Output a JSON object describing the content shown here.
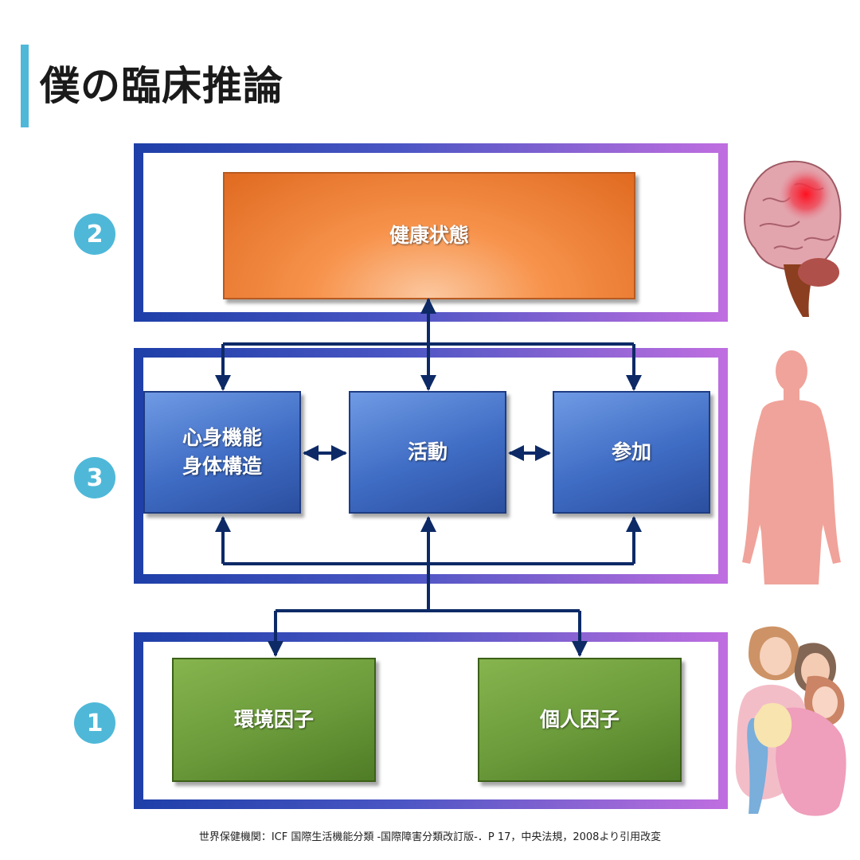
{
  "title": "僕の臨床推論",
  "numbers": {
    "two": "2",
    "three": "3",
    "one": "1"
  },
  "boxes": {
    "health": "健康状態",
    "body_function_line1": "心身機能",
    "body_function_line2": "身体構造",
    "activity": "活動",
    "participation": "参加",
    "environment": "環境因子",
    "personal": "個人因子"
  },
  "citation": "世界保健機関：ICF 国際生活機能分類 -国際障害分類改訂版-．P 17，中央法規，2008より引用改変",
  "icons": {
    "brain": "brain-icon",
    "body": "human-body-icon",
    "family": "family-icon"
  },
  "colors": {
    "accent": "#4fb8d8",
    "arrow": "#0d2a66",
    "health_box": "#f7934c",
    "function_box": "#3f6cc4",
    "factor_box": "#6a9a3a",
    "frame_start": "#1e3fa8",
    "frame_end": "#c06ee0"
  }
}
